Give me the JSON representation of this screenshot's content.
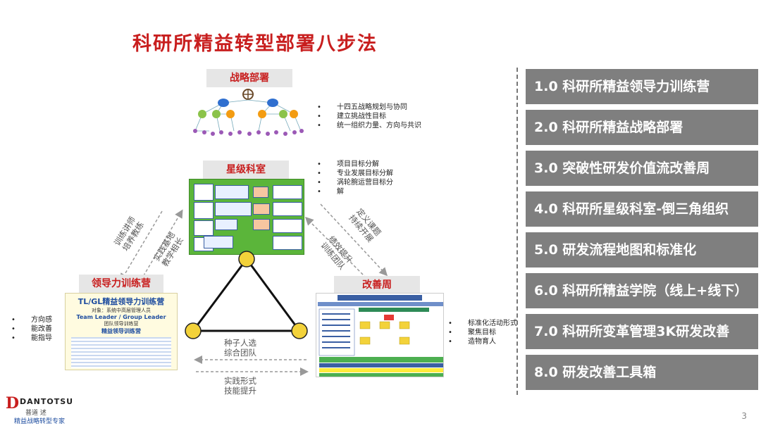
{
  "title": "科研所精益转型部署八步法",
  "steps": [
    "1.0 科研所精益领导力训练营",
    "2.0 科研所精益战略部署",
    "3.0 突破性研发价值流改善周",
    "4.0 科研所星级科室-倒三角组织",
    "5.0 研发流程地图和标准化",
    "6.0 科研所精益学院（线上+线下）",
    "7.0 科研所变革管理3K研发改善",
    "8.0 研发改善工具箱"
  ],
  "strategy": {
    "label": "战略部署",
    "bullets": [
      "十四五战略规划与协同",
      "建立挑战性目标",
      "统一组织力量、方向与共识"
    ]
  },
  "star": {
    "label": "星级科室",
    "bullets": [
      "项目目标分解",
      "专业发展目标分解",
      "涡轮腕运营目标分",
      "解"
    ]
  },
  "leader": {
    "label": "领导力训练营",
    "poster_title": "TL/GL精益领导力训练营",
    "poster_target": "对象：系统中高层管理人员",
    "poster_en": "Team Leader / Group Leader",
    "poster_team": "团队领导训练营",
    "poster_program": "精益领导训练营",
    "bullets": [
      "方向感",
      "能改善",
      "能指导"
    ]
  },
  "kaizen": {
    "label": "改善周",
    "bullets": [
      "标准化活动形式",
      "聚焦目标",
      "造物育人"
    ]
  },
  "arrows": {
    "left_outer": [
      "训练讲师",
      "培养教练"
    ],
    "left_inner": [
      "实践基地",
      "教学相长"
    ],
    "right_outer": [
      "定义课题",
      "持续开展"
    ],
    "right_inner": [
      "绩效提升",
      "训练团队"
    ],
    "bottom_top": [
      "种子人选",
      "综合团队"
    ],
    "bottom_bottom": [
      "实践形式",
      "技能提升"
    ]
  },
  "logo": {
    "brand": "DANTOTSU",
    "cn": "普道 述",
    "tagline": "精益战略转型专家"
  },
  "page_number": "3",
  "colors": {
    "title": "#c81e1e",
    "step_bg": "#7f7f7f",
    "star_bg": "#5bb53a",
    "node": "#f3d23a"
  }
}
